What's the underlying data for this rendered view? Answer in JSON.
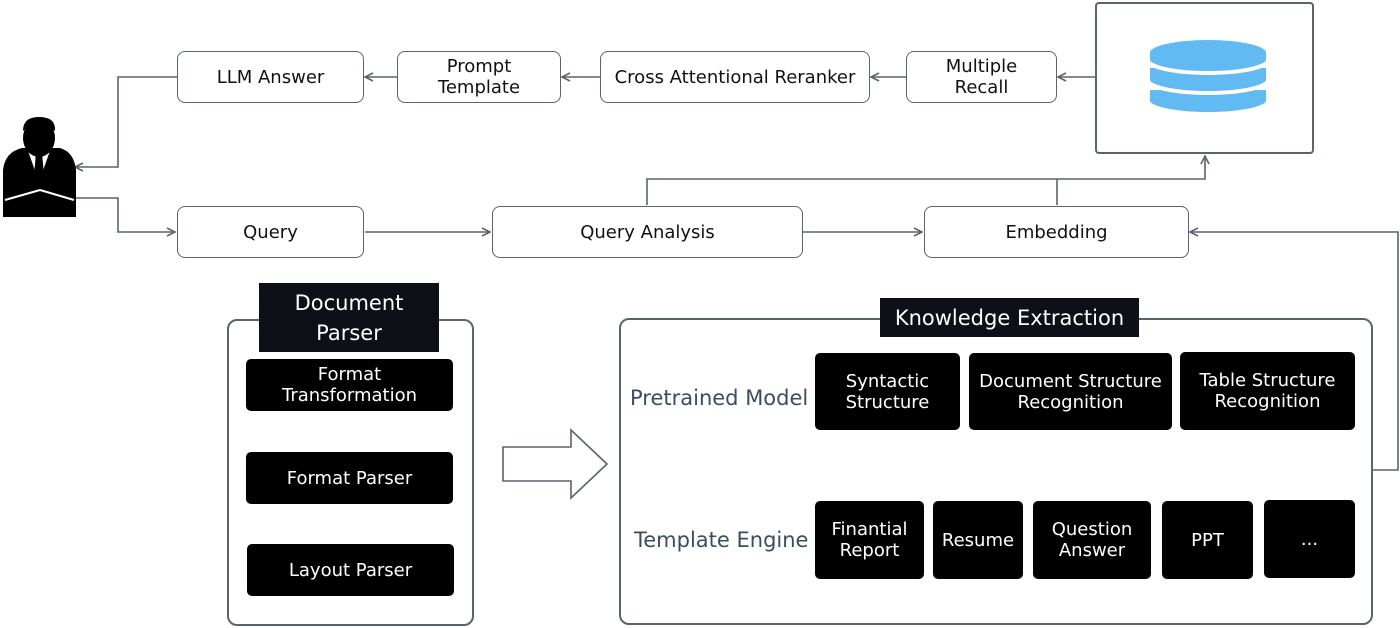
{
  "top_flow": {
    "llm_answer": "LLM Answer",
    "prompt_template": "Prompt\nTemplate",
    "reranker": "Cross Attentional Reranker",
    "multiple_recall": "Multiple\nRecall"
  },
  "query_flow": {
    "query": "Query",
    "query_analysis": "Query Analysis",
    "embedding": "Embedding"
  },
  "document_parser": {
    "title": "Document\nParser",
    "items": [
      "Format\nTransformation",
      "Format Parser",
      "Layout Parser"
    ]
  },
  "knowledge_extraction": {
    "title": "Knowledge Extraction",
    "pretrained_model": {
      "label": "Pretrained Model",
      "items": [
        "Syntactic\nStructure",
        "Document Structure\nRecognition",
        "Table Structure\nRecognition"
      ]
    },
    "template_engine": {
      "label": "Template Engine",
      "items": [
        "Finantial\nReport",
        "Resume",
        "Question\nAnswer",
        "PPT",
        "..."
      ]
    }
  },
  "colors": {
    "wire": "#5b6270",
    "database": "#62baf2",
    "dark": "#000000",
    "label": "#3b4d63"
  },
  "icons": [
    "user-icon",
    "database-icon",
    "arrow-right-outline-icon"
  ]
}
